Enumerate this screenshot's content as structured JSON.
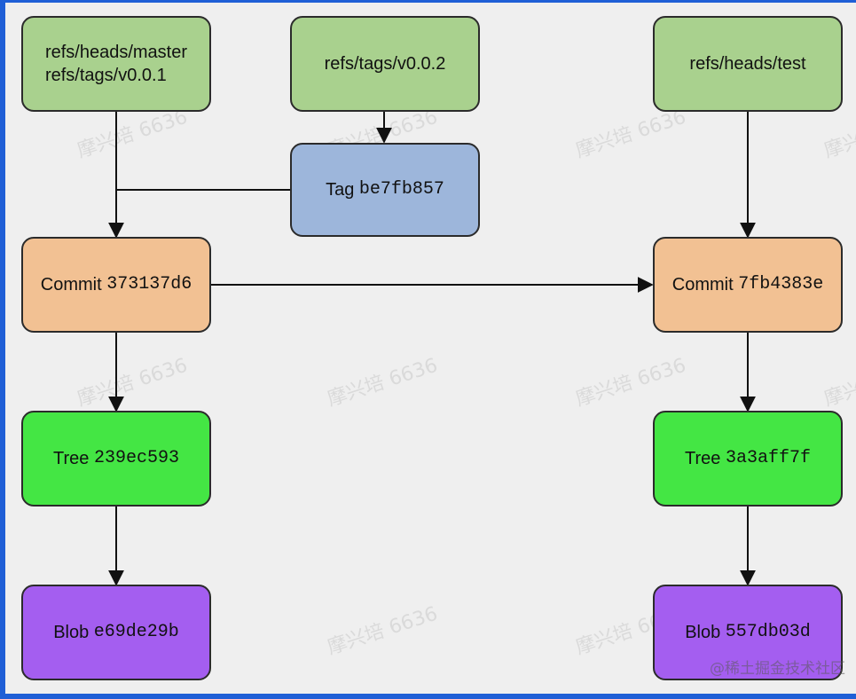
{
  "nodes": {
    "ref_master_tag": {
      "line1": "refs/heads/master",
      "line2": "refs/tags/v0.0.1"
    },
    "ref_tag_v002": {
      "label": "refs/tags/v0.0.2"
    },
    "ref_test": {
      "label": "refs/heads/test"
    },
    "tag_obj": {
      "kind": "Tag",
      "hash": "be7fb857"
    },
    "commit_left": {
      "kind": "Commit",
      "hash": "373137d6"
    },
    "commit_right": {
      "kind": "Commit",
      "hash": "7fb4383e"
    },
    "tree_left": {
      "kind": "Tree",
      "hash": "239ec593"
    },
    "tree_right": {
      "kind": "Tree",
      "hash": "3a3aff7f"
    },
    "blob_left": {
      "kind": "Blob",
      "hash": "e69de29b"
    },
    "blob_right": {
      "kind": "Blob",
      "hash": "557db03d"
    }
  },
  "watermarks": [
    "摩兴培 6636",
    "摩兴培 6636",
    "摩兴培 6636",
    "摩兴培 6636",
    "摩兴培 6636",
    "摩兴培 6636",
    "摩兴培 6636",
    "摩兴培 6636",
    "摩兴培 6636",
    "摩兴培 6636",
    "摩兴培 6636",
    "摩兴培 6636"
  ],
  "corner_watermark": "@稀土掘金技术社区",
  "colors": {
    "ref": "#a9d18e",
    "tag": "#9db6db",
    "commit": "#f2c193",
    "tree": "#44e644",
    "blob": "#a45ef0",
    "frame": "#1f5fd6",
    "background": "#efefef"
  }
}
